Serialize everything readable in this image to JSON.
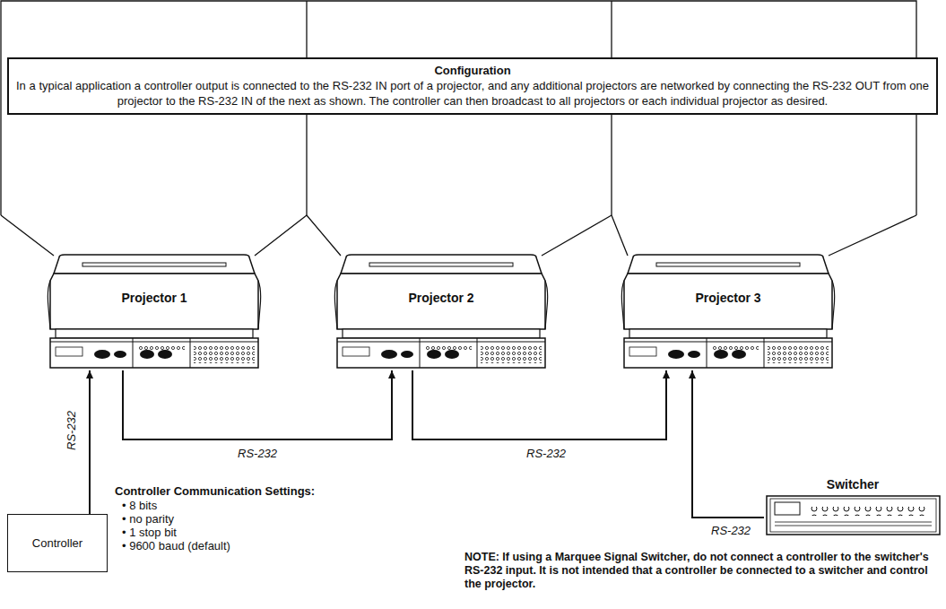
{
  "diagram": {
    "nodes": [
      {
        "text": [
          "Configuration",
          "In a typical application a controller output is connected to the RS-232 IN port of a projector, and any additional projectors are networked by connecting the RS-232 OUT from one projector to the RS-232 IN of the next as shown. The controller can then broadcast to all projectors or each individual projector as desired."
        ]
      },
      {
        "text": [
          "Projector 1"
        ]
      },
      {
        "text": [
          "Projector 2"
        ]
      },
      {
        "text": [
          "Projector 3"
        ]
      },
      {
        "text": [
          "Controller"
        ]
      },
      {
        "text": [
          "Switcher"
        ]
      }
    ],
    "edges": [
      {
        "from": 4,
        "to": 1,
        "label": "RS-232",
        "arrow": "to"
      },
      {
        "from": 1,
        "to": 2,
        "label": "RS-232",
        "arrow": "to"
      },
      {
        "from": 2,
        "to": 3,
        "label": "RS-232",
        "arrow": "to"
      },
      {
        "from": 5,
        "to": 3,
        "label": "RS-232",
        "arrow": "to"
      }
    ],
    "labels": [
      "Controller Communication Settings:",
      "• 8 bits",
      "• no parity",
      "• 1 stop bit",
      "• 9600 baud (default)",
      "NOTE: If using a Marquee Signal Switcher, do not connect a controller to the switcher's RS-232 input. It is not intended that a controller be connected to a switcher and control the projector."
    ]
  }
}
